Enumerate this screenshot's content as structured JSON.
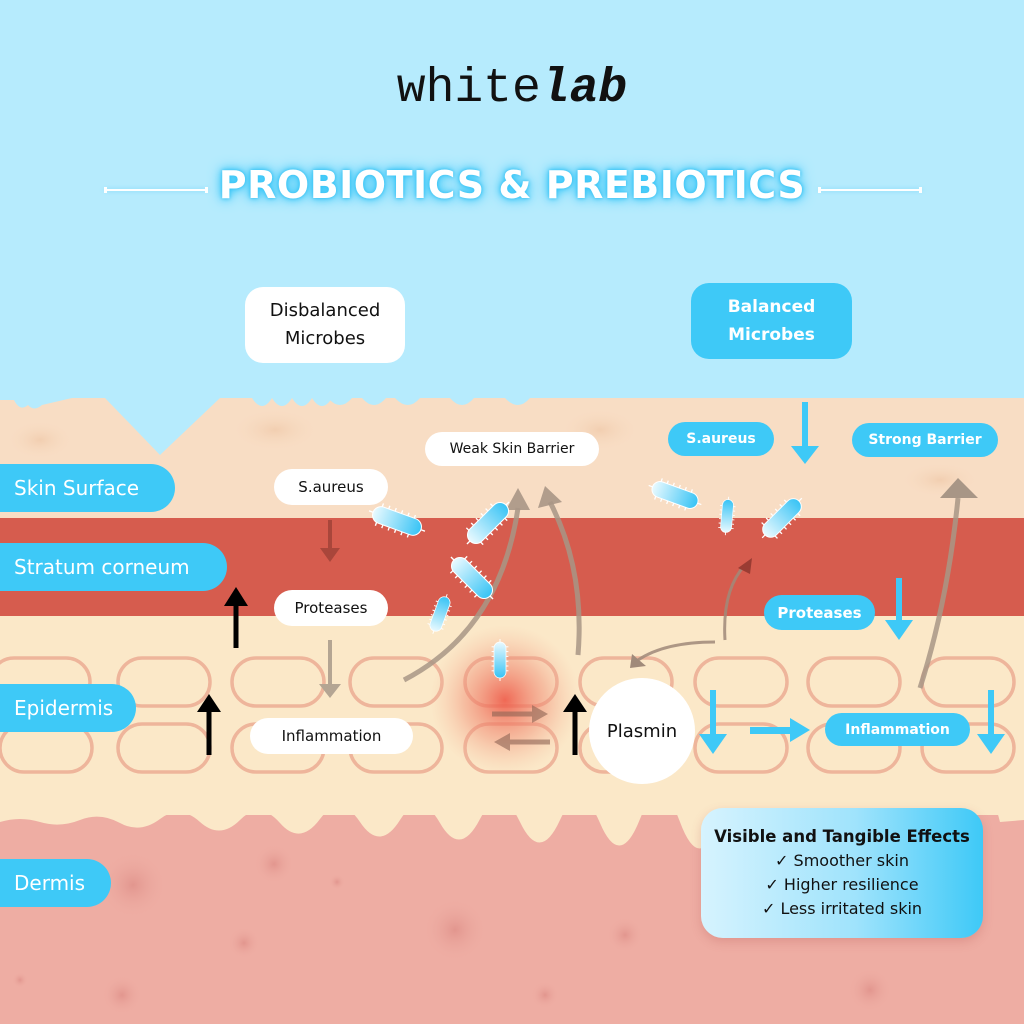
{
  "brand": {
    "logo_regular": "white",
    "logo_bold": "lab"
  },
  "title": "PROBIOTICS & PREBIOTICS",
  "colors": {
    "sky": "#b6ebfd",
    "skin_surface": "#f8ddc4",
    "stratum_corneum": "#d65c4e",
    "epidermis": "#fbe8c8",
    "dermis": "#eeada3",
    "accent_blue": "#3ec9f7",
    "cell_outline": "#eeb59b"
  },
  "layers": [
    {
      "id": "skin-surface",
      "label": "Skin Surface"
    },
    {
      "id": "stratum-corneum",
      "label": "Stratum corneum"
    },
    {
      "id": "epidermis",
      "label": "Epidermis"
    },
    {
      "id": "dermis",
      "label": "Dermis"
    }
  ],
  "disbalanced": {
    "header": [
      "Disbalanced",
      "Microbes"
    ],
    "saureus": "S.aureus",
    "proteases": "Proteases",
    "inflammation": "Inflammation",
    "weak_barrier": "Weak Skin Barrier"
  },
  "balanced": {
    "header": [
      "Balanced",
      "Microbes"
    ],
    "saureus": "S.aureus",
    "strong_barrier": "Strong Barrier",
    "proteases": "Proteases",
    "inflammation": "Inflammation"
  },
  "center": {
    "plasmin": "Plasmin"
  },
  "effects": {
    "heading": "Visible and Tangible Effects",
    "check_icon": "✓",
    "items": [
      "Smoother skin",
      "Higher resilience",
      "Less irritated skin"
    ]
  }
}
